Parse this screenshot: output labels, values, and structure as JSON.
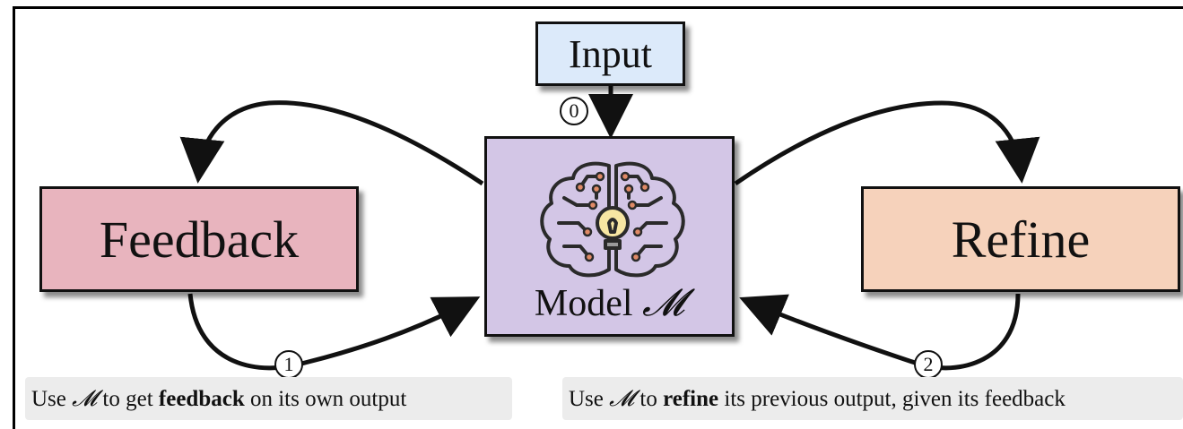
{
  "diagram": {
    "input_label": "Input",
    "feedback_label": "Feedback",
    "refine_label": "Refine",
    "model_label_prefix": "Model",
    "model_symbol": "𝓜",
    "steps": [
      "0",
      "1",
      "2"
    ],
    "icon": "brain-lightbulb-circuit-icon"
  },
  "captions": {
    "left": {
      "pre": "Use ",
      "symbol": "𝓜",
      "mid": " to get ",
      "bold": "feedback",
      "post": " on its own output"
    },
    "right": {
      "pre": "Use ",
      "symbol": "𝓜",
      "mid": " to ",
      "bold": "refine",
      "post": " its previous output, given its feedback"
    }
  },
  "colors": {
    "input": "#dceafa",
    "feedback": "#e8b4be",
    "refine": "#f6d2bb",
    "model": "#d3c6e6",
    "caption_bg": "#ececec",
    "bulb": "#f7e6a3",
    "node": "#e08a66"
  }
}
